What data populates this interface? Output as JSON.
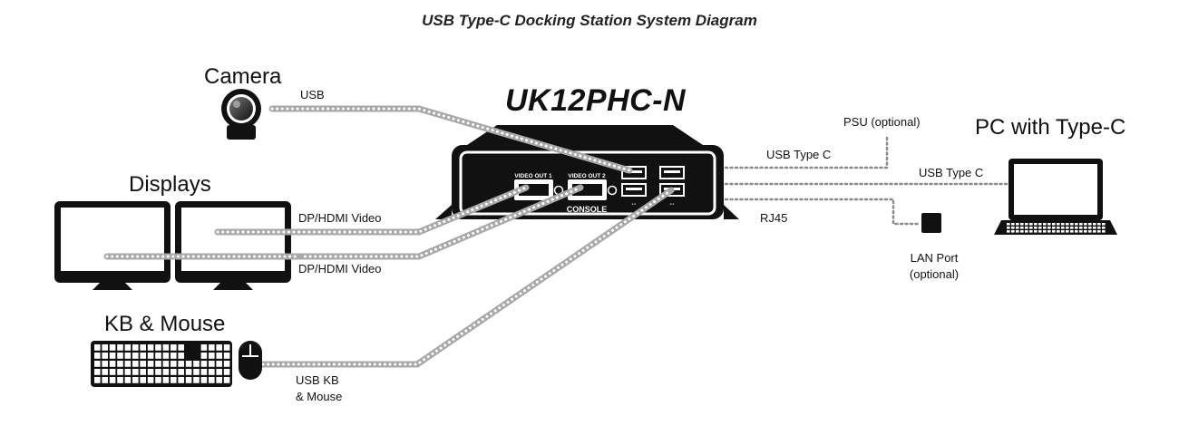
{
  "title": "USB Type-C Docking Station System Diagram",
  "device": {
    "model": "UK12PHC-N",
    "port_video_out_1": "VIDEO OUT 1",
    "port_video_out_2": "VIDEO OUT 2",
    "console_label": "CONSOLE"
  },
  "components": {
    "camera": "Camera",
    "displays": "Displays",
    "kb_mouse": "KB & Mouse",
    "pc": "PC with Type-C"
  },
  "connections": {
    "usb": "USB",
    "dp_hdmi_1": "DP/HDMI Video",
    "dp_hdmi_2": "DP/HDMI Video",
    "usb_kb_line1": "USB KB",
    "usb_kb_line2": "& Mouse",
    "psu": "PSU (optional)",
    "usb_type_c_psu": "USB Type C",
    "usb_type_c_pc": "USB Type C",
    "rj45": "RJ45",
    "lan_line1": "LAN Port",
    "lan_line2": "(optional)"
  },
  "colors": {
    "device_body": "#111111",
    "cable_main": "#a8a8a8",
    "cable_dots": "#ffffff",
    "cable_thin": "#8a8a8a"
  }
}
